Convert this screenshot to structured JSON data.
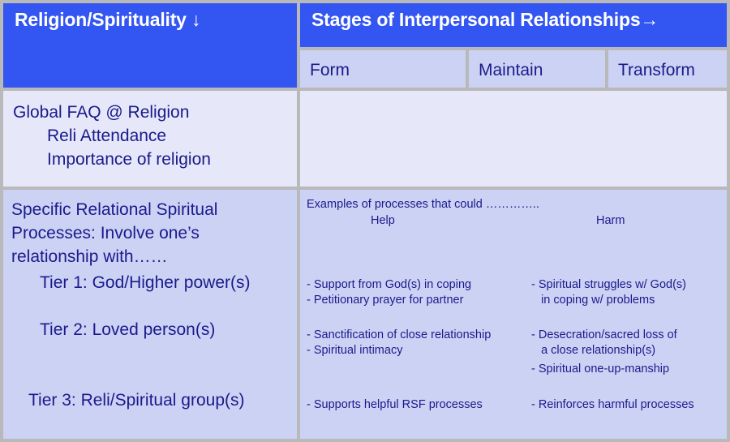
{
  "slide": {
    "title": "Religion/Spirituality and Stages of Interpersonal Relationships matrix",
    "colors": {
      "header_blue": "#3355f2",
      "header_text": "#ffffff",
      "body_light": "#e6e8fa",
      "body_mid": "#ccd2f4",
      "text_navy": "#1a1a8c",
      "page_background": "#b9b9b9"
    }
  },
  "header": {
    "row_axis_label": "Religion/Spirituality ↓",
    "column_axis_label": "Stages of Interpersonal Relationships→",
    "stage_columns": [
      {
        "label": "Form"
      },
      {
        "label": "Maintain"
      },
      {
        "label": "Transform"
      }
    ]
  },
  "rows": [
    {
      "name": "global-faq",
      "left": {
        "lines": [
          {
            "text": "Global FAQ @ Religion",
            "indent": 0
          },
          {
            "text": "Reli  Attendance",
            "indent": 42
          },
          {
            "text": "Importance of religion",
            "indent": 42
          }
        ]
      },
      "right": {
        "content": ""
      }
    },
    {
      "name": "specific-relational-spiritual-processes",
      "left": {
        "lines": [
          {
            "text": "Specific Relational Spiritual",
            "indent": 0
          },
          {
            "text": "Processes: Involve one’s",
            "indent": 0
          },
          {
            "text": "relationship with……",
            "indent": 0
          }
        ],
        "tiers": [
          {
            "label": "Tier 1: God/Higher power(s)"
          },
          {
            "label": "Tier 2: Loved person(s)"
          },
          {
            "label": "Tier 3: Reli/Spiritual group(s)"
          }
        ]
      },
      "right": {
        "intro": "Examples of processes that could …………..",
        "sub_headers": {
          "help": "Help",
          "harm": "Harm"
        },
        "tier_examples": [
          {
            "tier": "Tier 1: God/Higher power(s)",
            "help": [
              "- Support from God(s) in coping",
              "- Petitionary prayer for partner"
            ],
            "harm": [
              "- Spiritual struggles w/ God(s)",
              "   in coping w/ problems"
            ]
          },
          {
            "tier": "Tier 2: Loved person(s)",
            "help": [
              "- Sanctification of close relationship",
              "- Spiritual intimacy"
            ],
            "harm": [
              "- Desecration/sacred loss of",
              "   a close relationship(s)",
              "- Spiritual one-up-manship"
            ]
          },
          {
            "tier": "Tier 3: Reli/Spiritual group(s)",
            "help": [
              "- Supports helpful RSF processes"
            ],
            "harm": [
              "- Reinforces harmful processes"
            ]
          }
        ]
      }
    }
  ]
}
